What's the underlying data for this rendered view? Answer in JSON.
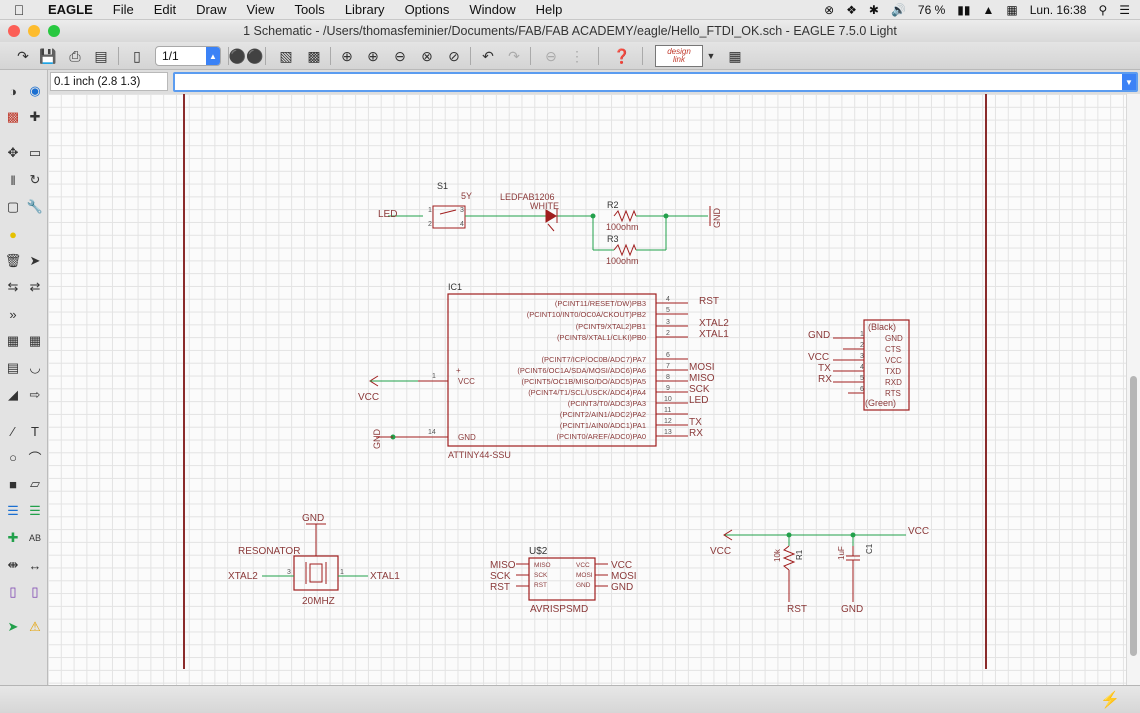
{
  "menubar": {
    "app_name": "EAGLE",
    "items": [
      "File",
      "Edit",
      "Draw",
      "View",
      "Tools",
      "Library",
      "Options",
      "Window",
      "Help"
    ],
    "battery": "76 %",
    "clock": "Lun. 16:38"
  },
  "window": {
    "title": "1 Schematic - /Users/thomasfeminier/Documents/FAB/FAB ACADEMY/eagle/Hello_FTDI_OK.sch - EAGLE 7.5.0 Light"
  },
  "toolbar": {
    "sheet_select": "1/1",
    "designlink_label_1": "design",
    "designlink_label_2": "link"
  },
  "command_bar": {
    "coordinates": "0.1 inch (2.8 1.3)",
    "command_value": ""
  },
  "icons": {
    "colors": {
      "wire": "#22a04b",
      "part": "#a01e1e",
      "label": "#8b3a3a",
      "frame": "#8a2b2b"
    }
  },
  "schematic": {
    "switch": {
      "name": "S1",
      "value": "5Y",
      "pins": [
        "1",
        "2",
        "3",
        "4"
      ],
      "net_left": "LED"
    },
    "led": {
      "name": "LEDFAB1206",
      "value": "WHITE"
    },
    "r2": {
      "name": "R2",
      "value": "100ohm"
    },
    "r3": {
      "name": "R3",
      "value": "100ohm"
    },
    "gnd_top": "GND",
    "ic": {
      "name": "IC1",
      "part": "ATTINY44-SSU",
      "pin_vcc": "VCC",
      "pin_gnd": "GND",
      "pin_plus": "+",
      "pins_left": [
        {
          "num": "1",
          "net": "VCC"
        },
        {
          "num": "14",
          "net": "GND"
        }
      ],
      "pins_right": [
        {
          "func": "(PCINT11/RESET/DW)PB3",
          "num": "4",
          "net": "RST"
        },
        {
          "func": "(PCINT10/INT0/OC0A/CKOUT)PB2",
          "num": "5",
          "net": ""
        },
        {
          "func": "(PCINT9/XTAL2)PB1",
          "num": "3",
          "net": "XTAL2"
        },
        {
          "func": "(PCINT8/XTAL1/CLKI)PB0",
          "num": "2",
          "net": "XTAL1"
        },
        {
          "func": "(PCINT7/ICP/OC0B/ADC7)PA7",
          "num": "6",
          "net": ""
        },
        {
          "func": "(PCINT6/OC1A/SDA/MOSI/ADC6)PA6",
          "num": "7",
          "net": "MOSI"
        },
        {
          "func": "(PCINT5/OC1B/MISO/DO/ADC5)PA5",
          "num": "8",
          "net": "MISO"
        },
        {
          "func": "(PCINT4/T1/SCL/USCK/ADC4)PA4",
          "num": "9",
          "net": "SCK"
        },
        {
          "func": "(PCINT3/T0/ADC3)PA3",
          "num": "10",
          "net": "LED"
        },
        {
          "func": "(PCINT2/AIN1/ADC2)PA2",
          "num": "11",
          "net": ""
        },
        {
          "func": "(PCINT1/AIN0/ADC1)PA1",
          "num": "12",
          "net": "TX"
        },
        {
          "func": "(PCINT0/AREF/ADC0)PA0",
          "num": "13",
          "net": "RX"
        }
      ]
    },
    "ftdi": {
      "top": "(Black)",
      "bottom": "(Green)",
      "pins": [
        "GND",
        "CTS",
        "VCC",
        "TXD",
        "RXD",
        "RTS"
      ],
      "nums": [
        "1",
        "2",
        "3",
        "4",
        "5",
        "6"
      ],
      "nets": [
        "GND",
        "",
        "VCC",
        "TX",
        "RX",
        ""
      ]
    },
    "resonator": {
      "name": "RESONATOR",
      "value": "20MHZ",
      "net_top": "GND",
      "net_left": "XTAL2",
      "net_right": "XTAL1",
      "pin_left": "3",
      "pin_right": "1"
    },
    "isp": {
      "name": "U$2",
      "part": "AVRISPSMD",
      "left_pins": [
        "MISO",
        "SCK",
        "RST"
      ],
      "right_pins": [
        "VCC",
        "MOSI",
        "GND"
      ],
      "nets_left": [
        "MISO",
        "SCK",
        "RST"
      ],
      "nets_right": [
        "VCC",
        "MOSI",
        "GND"
      ]
    },
    "rc": {
      "net_vcc_left": "VCC",
      "net_vcc_right": "VCC",
      "r1_name": "R1",
      "r1_value": "10k",
      "c1_name": "C1",
      "c1_value": "1uF",
      "net_rst": "RST",
      "net_gnd": "GND"
    }
  }
}
